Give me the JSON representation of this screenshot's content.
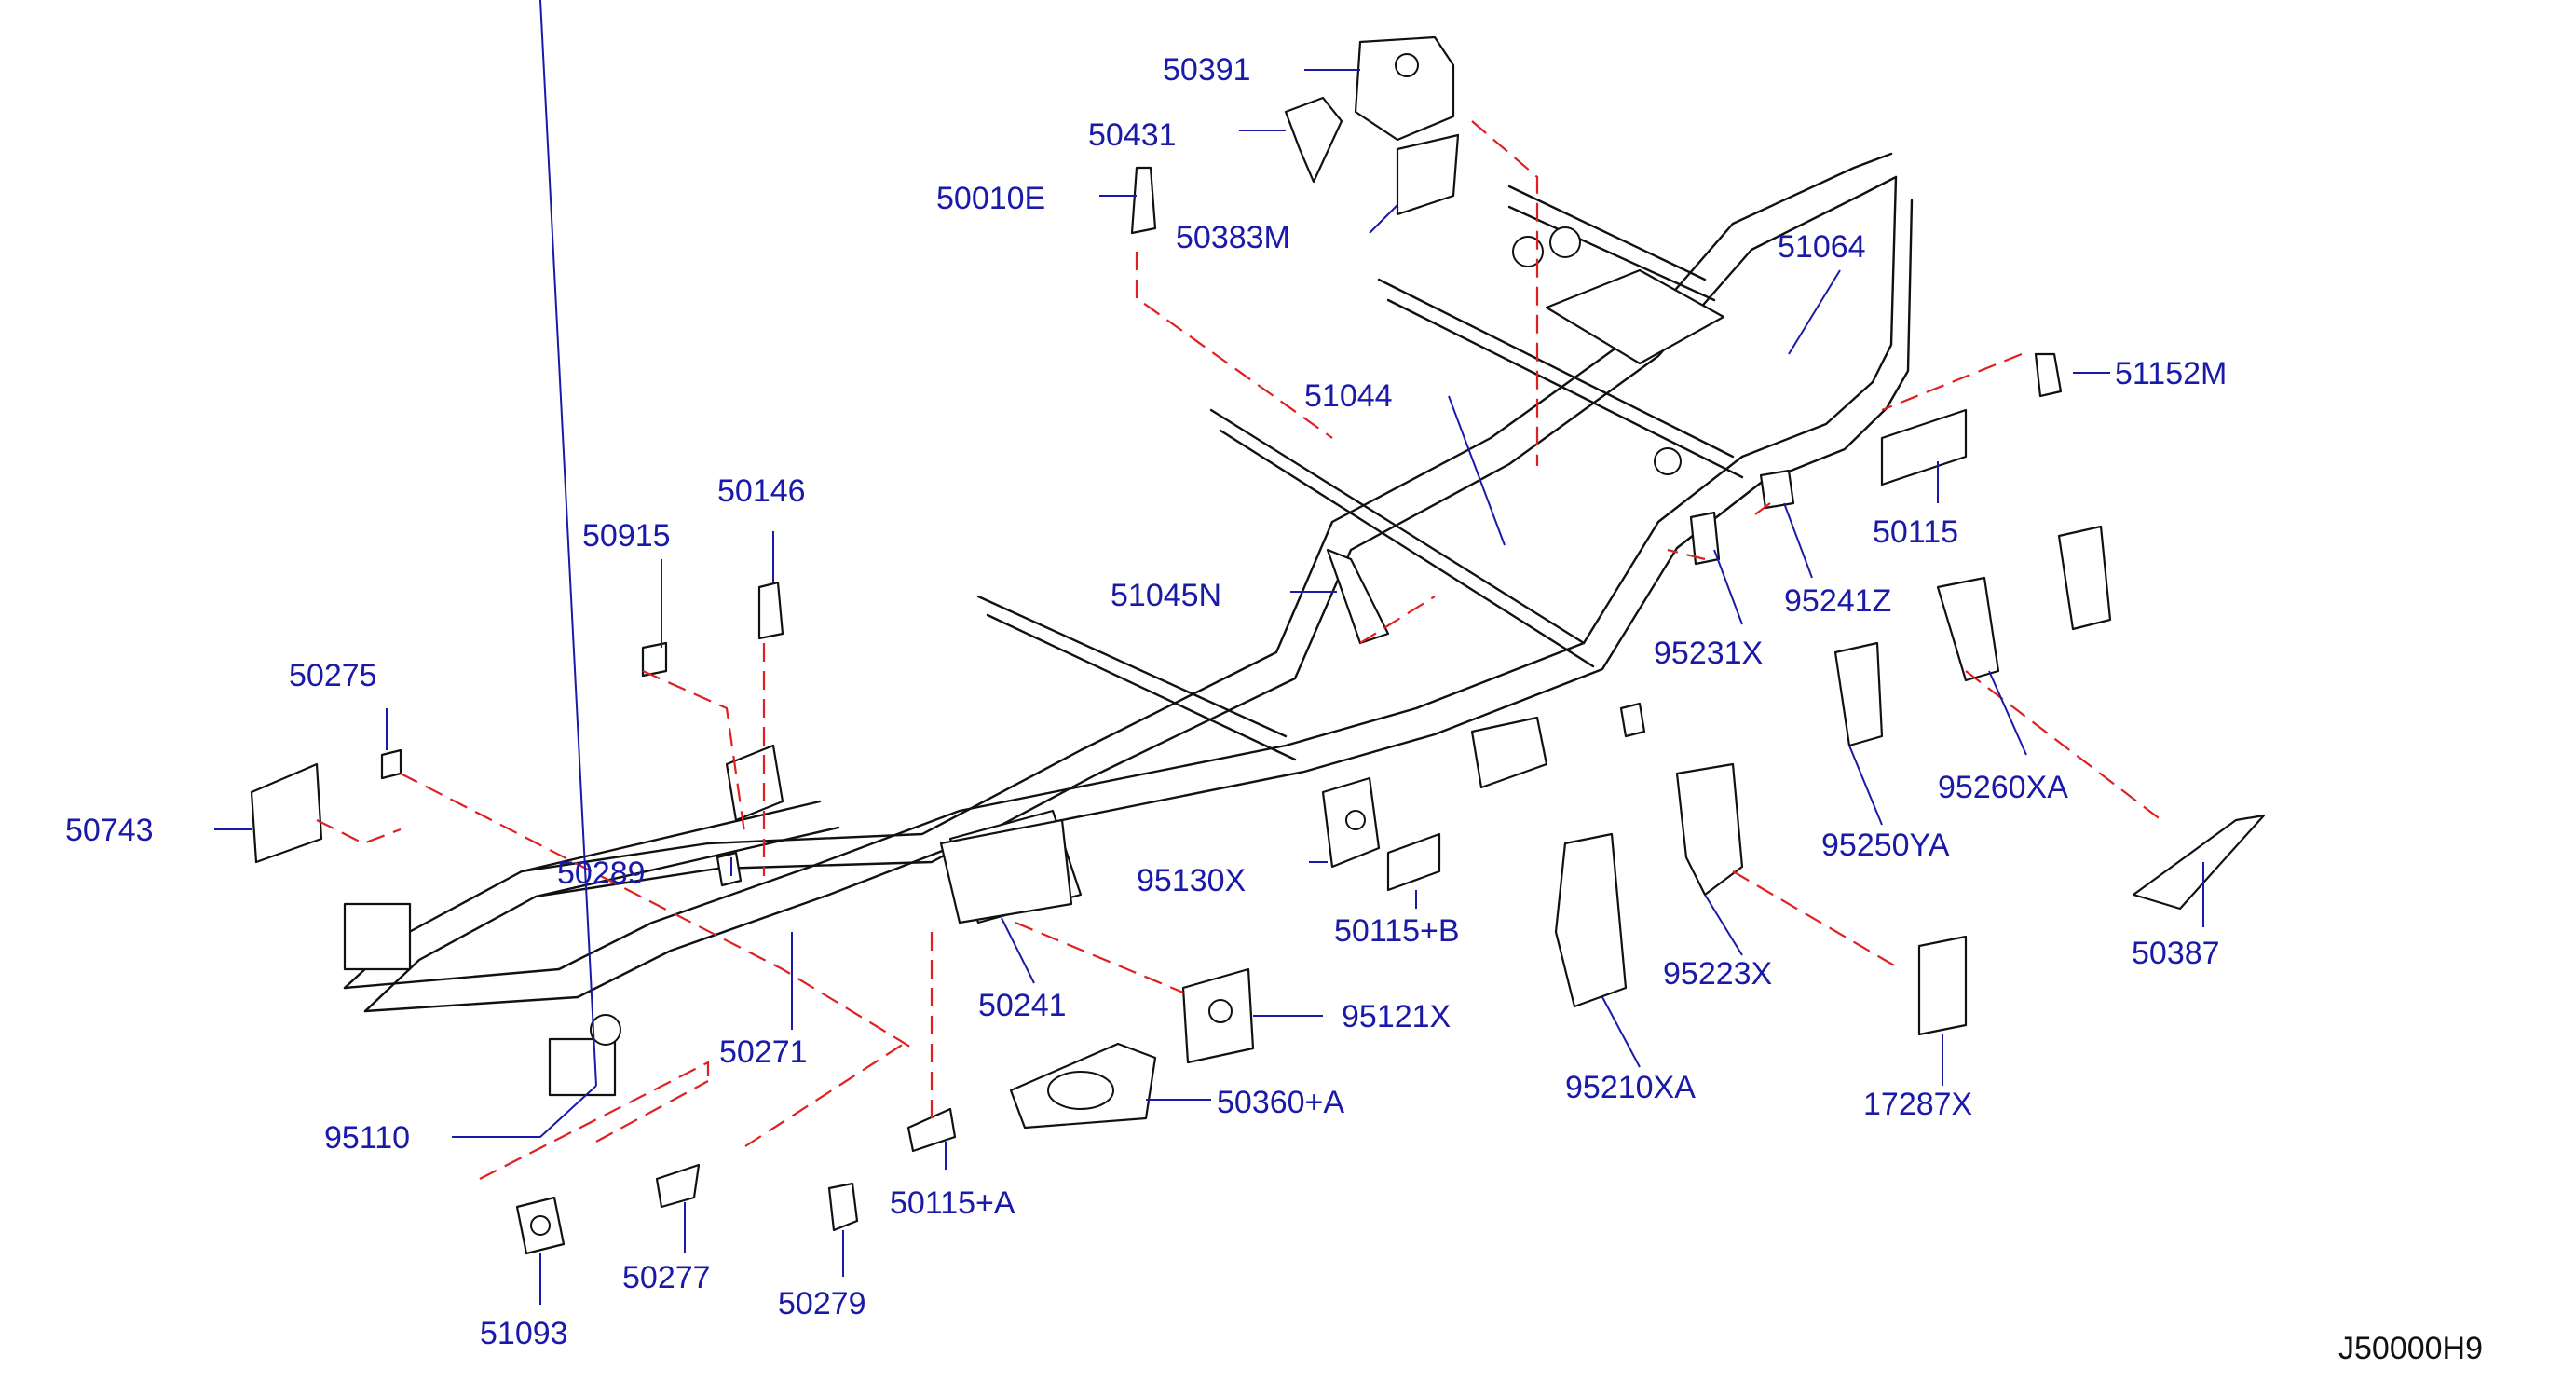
{
  "diagram": {
    "code": "J50000H9",
    "labels": [
      {
        "id": "50391",
        "text": "50391"
      },
      {
        "id": "50431",
        "text": "50431"
      },
      {
        "id": "50010E",
        "text": "50010E"
      },
      {
        "id": "50383M",
        "text": "50383M"
      },
      {
        "id": "51064",
        "text": "51064"
      },
      {
        "id": "51152M",
        "text": "51152M"
      },
      {
        "id": "51044",
        "text": "51044"
      },
      {
        "id": "50115",
        "text": "50115"
      },
      {
        "id": "95241Z",
        "text": "95241Z"
      },
      {
        "id": "51045N",
        "text": "51045N"
      },
      {
        "id": "95231X",
        "text": "95231X"
      },
      {
        "id": "50146",
        "text": "50146"
      },
      {
        "id": "50915",
        "text": "50915"
      },
      {
        "id": "50275",
        "text": "50275"
      },
      {
        "id": "50743",
        "text": "50743"
      },
      {
        "id": "50289",
        "text": "50289"
      },
      {
        "id": "95130X",
        "text": "95130X"
      },
      {
        "id": "50115B",
        "text": "50115+B"
      },
      {
        "id": "95260XA",
        "text": "95260XA"
      },
      {
        "id": "95250YA",
        "text": "95250YA"
      },
      {
        "id": "50387",
        "text": "50387"
      },
      {
        "id": "95223X",
        "text": "95223X"
      },
      {
        "id": "50241",
        "text": "50241"
      },
      {
        "id": "95121X",
        "text": "95121X"
      },
      {
        "id": "50271",
        "text": "50271"
      },
      {
        "id": "95210XA",
        "text": "95210XA"
      },
      {
        "id": "17287X",
        "text": "17287X"
      },
      {
        "id": "50360A",
        "text": "50360+A"
      },
      {
        "id": "95110",
        "text": "95110"
      },
      {
        "id": "50115A",
        "text": "50115+A"
      },
      {
        "id": "50277",
        "text": "50277"
      },
      {
        "id": "50279",
        "text": "50279"
      },
      {
        "id": "51093",
        "text": "51093"
      }
    ]
  }
}
